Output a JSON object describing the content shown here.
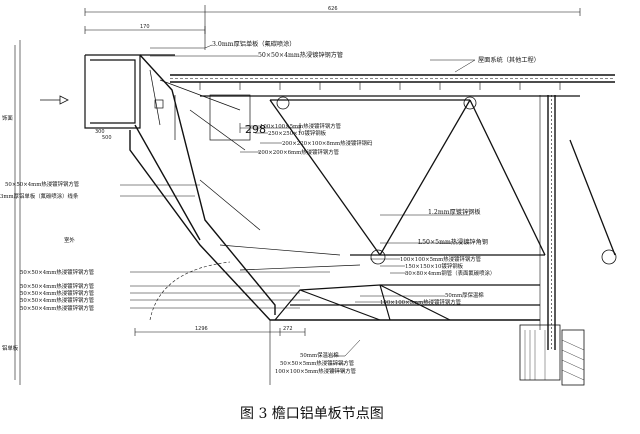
{
  "figure": {
    "caption": "图 3  檐口铝单板节点图"
  },
  "dimensions": {
    "top_total": "626",
    "top_left": "170",
    "bottom_left": "1296",
    "bottom_mid": "272",
    "gutter": "298",
    "small_a": "300",
    "small_b": "500"
  },
  "labels": {
    "panel_top": "3.0mm厚铝单板（氟碳喷涂）",
    "tube_top": "50×50×4mm热浸镀锌钢方管",
    "roof_system": "屋面系统（其他工程）",
    "tube_100_5": "100×100×5mm热浸镀锌钢方管",
    "plate_250": "250×250×10镀锌钢板",
    "steel_200_220": "200×220×100×8mm热浸镀锌钢码",
    "tube_200_6": "200×200×6mm热浸镀锌钢方管",
    "left_tube": "50×50×4mm热浸镀锌钢方管",
    "left_panel": "3mm厚铝单板（氟碳喷涂）线条",
    "left_mark": "饰面",
    "mid_mark": "室外",
    "l_tube_1": "50×50×4mm热浸镀锌钢方管",
    "l_tube_2": "50×50×4mm热浸镀锌钢方管",
    "l_tube_3": "50×50×4mm热浸镀锌钢方管",
    "l_tube_4": "50×50×4mm热浸镀锌钢方管",
    "l_tube_5": "50×50×4mm热浸镀锌钢方管",
    "r_steel_plate": "1.2mm厚镀锌钢板",
    "r_angle": "L50×5mm热浸镀锌角钢",
    "r_tube_100": "100×100×5mm热浸镀锌钢方管",
    "r_plate_150": "150×150×10镀锌钢板",
    "r_angle_80": "80×80×4mm钢管（表面氟碳喷涂）",
    "r_insul": "50mm厚保温棉",
    "r_tube_100b": "100×100×5mm热浸镀锌钢方管",
    "b_insul": "50mm保温岩棉",
    "b_tube_50": "50×50×5mm热浸镀锌钢方管",
    "b_tube_100": "100×100×5mm热浸镀锌钢方管",
    "vert_side": "铝单板"
  }
}
